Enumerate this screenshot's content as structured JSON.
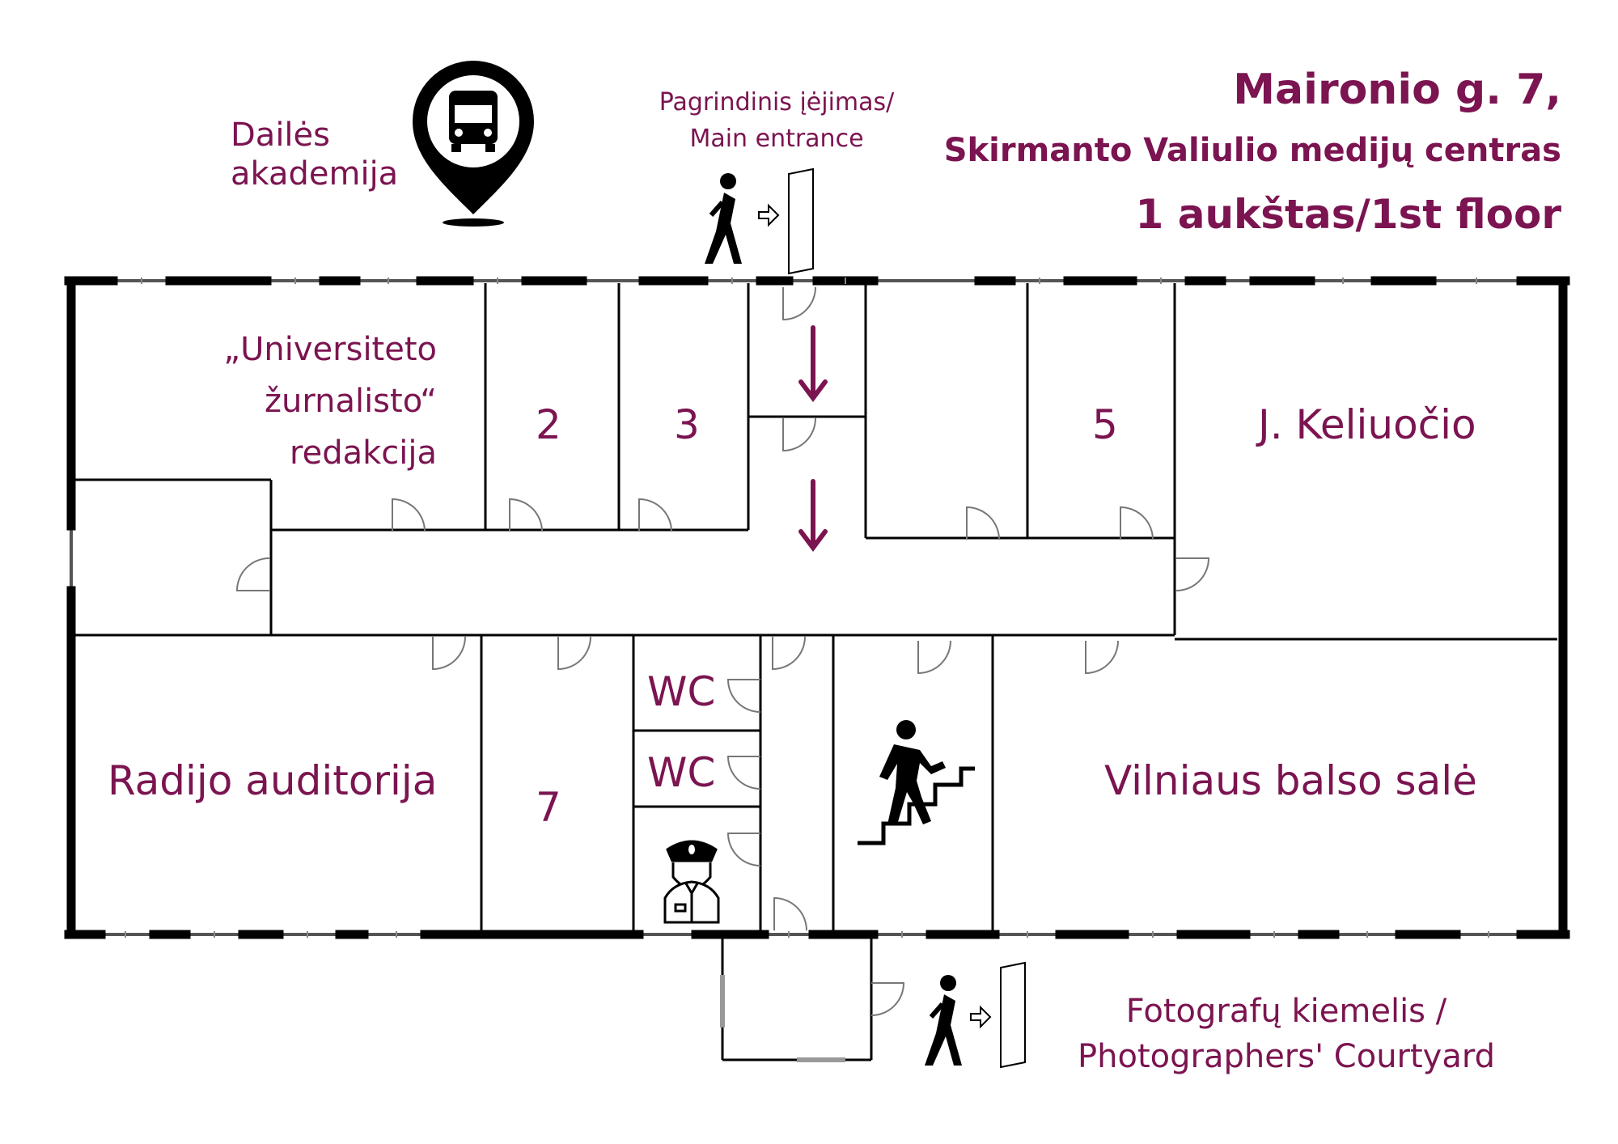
{
  "header": {
    "address": "Maironio g. 7,",
    "building": "Skirmanto Valiulio medijų centras",
    "floor": "1 aukštas/1st floor"
  },
  "bus_stop": {
    "label_line1": "Dailės",
    "label_line2": "akademija",
    "icon": "bus-stop-pin-icon"
  },
  "main_entrance": {
    "line1": "Pagrindinis įėjimas/",
    "line2": "Main entrance",
    "icon": "person-walking-entrance-icon"
  },
  "courtyard_entrance": {
    "line1": "Fotografų kiemelis /",
    "line2": "Photographers' Courtyard",
    "icon": "person-walking-entrance-icon"
  },
  "rooms": {
    "editorial_line1": "„Universiteto",
    "editorial_line2": "žurnalisto“",
    "editorial_line3": "redakcija",
    "room2": "2",
    "room3": "3",
    "room5": "5",
    "keliuocio": "J. Keliuočio",
    "radio": "Radijo auditorija",
    "room7": "7",
    "wc1": "WC",
    "wc2": "WC",
    "vilnius": "Vilniaus balso salė"
  },
  "icons": {
    "stairs": "stairs-icon",
    "security": "security-guard-icon",
    "arrow": "arrow-down-icon"
  },
  "colors": {
    "accent": "#7b1450",
    "wall": "#000000",
    "door": "#777777"
  }
}
